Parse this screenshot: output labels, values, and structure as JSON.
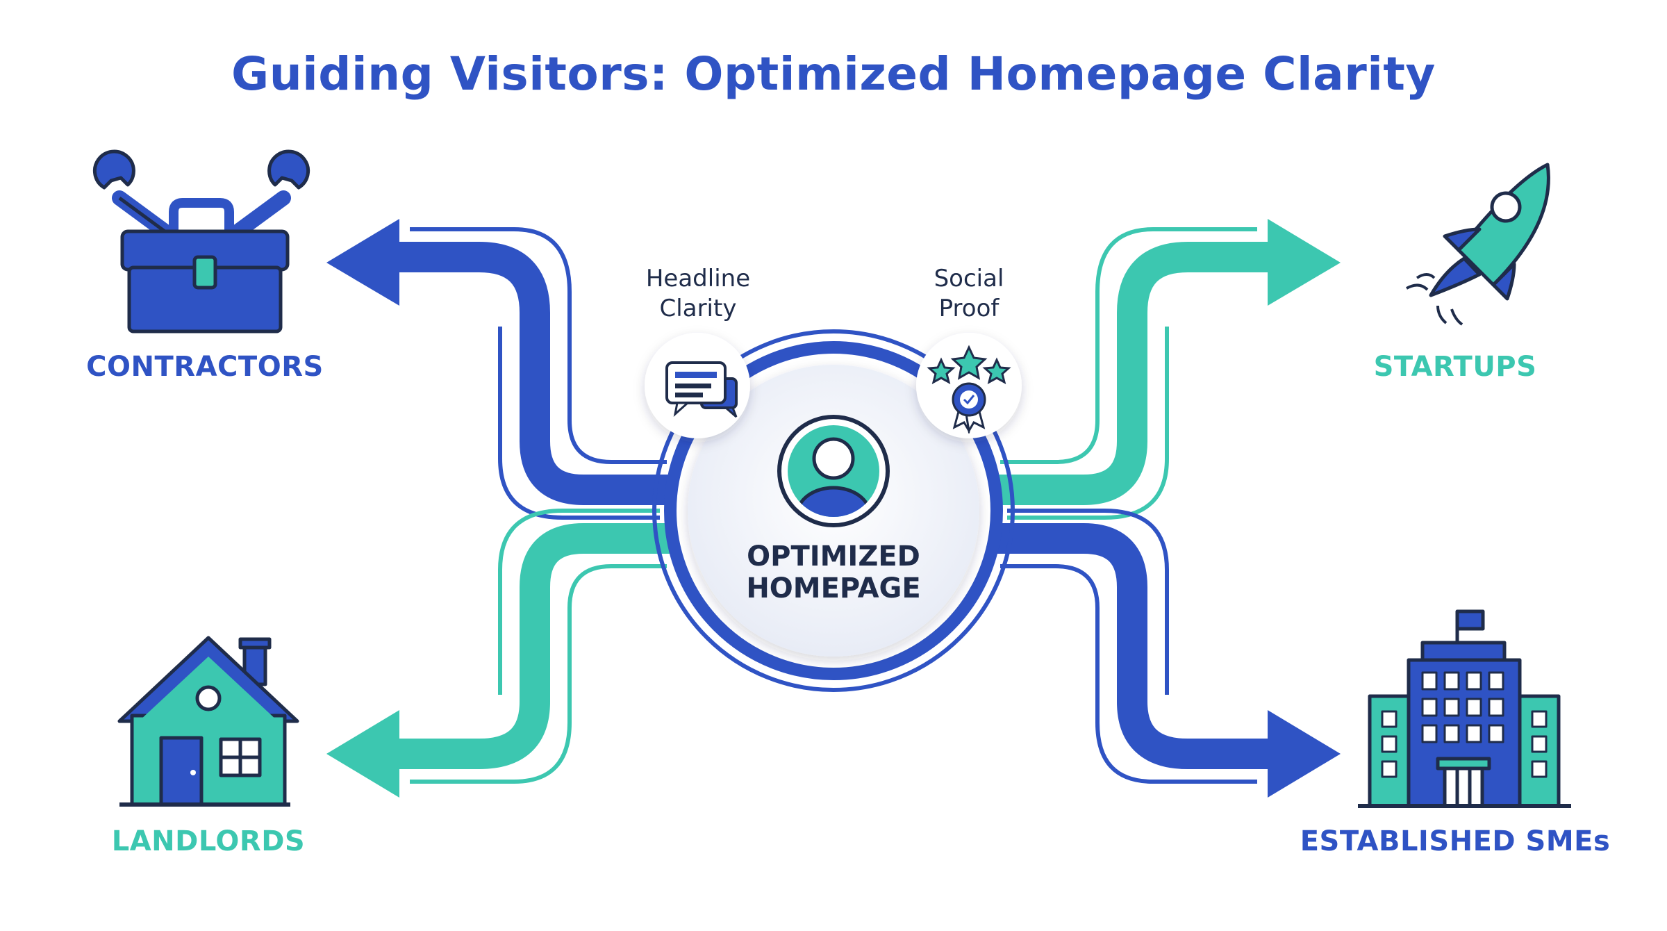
{
  "title": "Guiding Visitors: Optimized Homepage Clarity",
  "hub": {
    "line1": "OPTIMIZED",
    "line2": "HOMEPAGE",
    "icon": "user-profile-icon"
  },
  "features": [
    {
      "line1": "Headline",
      "line2": "Clarity",
      "icon": "chat-bubbles-icon"
    },
    {
      "line1": "Social",
      "line2": "Proof",
      "icon": "stars-award-icon"
    }
  ],
  "segments": [
    {
      "label": "CONTRACTORS",
      "icon": "toolbox-icon",
      "direction": "left",
      "color": "#2f53c4"
    },
    {
      "label": "STARTUPS",
      "icon": "rocket-icon",
      "direction": "right",
      "color": "#3cc7b0"
    },
    {
      "label": "LANDLORDS",
      "icon": "house-icon",
      "direction": "left",
      "color": "#3cc7b0"
    },
    {
      "label": "ESTABLISHED SMEs",
      "icon": "office-building-icon",
      "direction": "right",
      "color": "#2f53c4"
    }
  ],
  "colors": {
    "blue": "#2f53c4",
    "teal": "#3cc7b0",
    "dark": "#1f2c4a"
  }
}
